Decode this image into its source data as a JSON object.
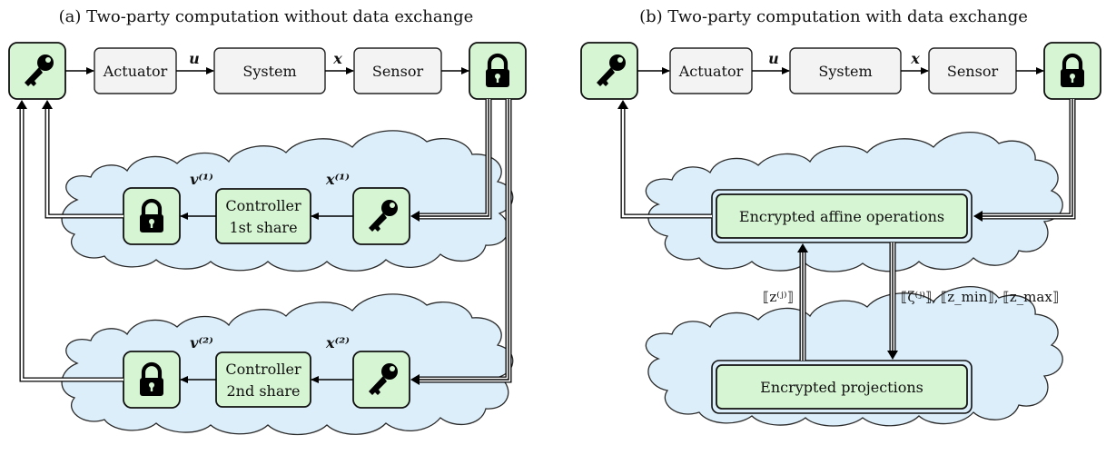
{
  "panel_a": {
    "title": "(a) Two-party computation without data exchange",
    "actuator": "Actuator",
    "system": "System",
    "sensor": "Sensor",
    "u_label": "u",
    "x_label": "x",
    "controller1": {
      "line1": "Controller",
      "line2": "1st share",
      "v_label": "v⁽¹⁾",
      "x_label": "x⁽¹⁾"
    },
    "controller2": {
      "line1": "Controller",
      "line2": "2nd share",
      "v_label": "v⁽²⁾",
      "x_label": "x⁽²⁾"
    }
  },
  "panel_b": {
    "title": "(b) Two-party computation with data exchange",
    "actuator": "Actuator",
    "system": "System",
    "sensor": "Sensor",
    "u_label": "u",
    "x_label": "x",
    "affine": "Encrypted affine operations",
    "projections": "Encrypted projections",
    "z_label": "⟦z⁽ʲ⁾⟧",
    "zeta_label": "⟦ζ⁽ʲ⁾⟧, ⟦z_min⟧, ⟦z_max⟧"
  },
  "icons": [
    "key-icon",
    "lock-icon"
  ]
}
